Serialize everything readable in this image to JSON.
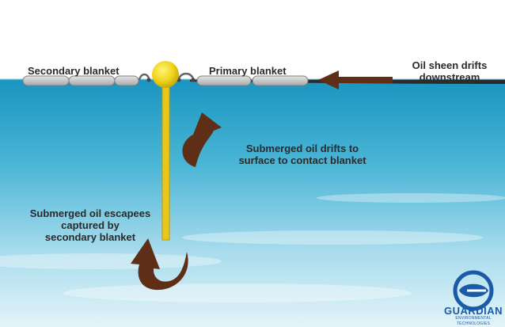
{
  "labels": {
    "secondary_blanket": "Secondary blanket",
    "primary_blanket": "Primary blanket",
    "oil_sheen_line1": "Oil sheen drifts",
    "oil_sheen_line2": "downstream",
    "submerged_drift_line1": "Submerged oil drifts to",
    "submerged_drift_line2": "surface to contact blanket",
    "escapees_line1": "Submerged oil escapees",
    "escapees_line2": "captured by",
    "escapees_line3": "secondary blanket"
  },
  "logo": {
    "name": "GUARDIAN",
    "tagline": "ENVIRONMENTAL TECHNOLOGIES"
  },
  "colors": {
    "sky": "#ffffff",
    "water_top": "#1e9ec4",
    "water_bottom": "#dcf2f8",
    "oil_sheen": "#2b2b2b",
    "blanket": "#c8c8c8",
    "buoy": "#f1d51b",
    "arrow_brown": "#5e2e17",
    "logo_blue": "#1b5aa6"
  }
}
